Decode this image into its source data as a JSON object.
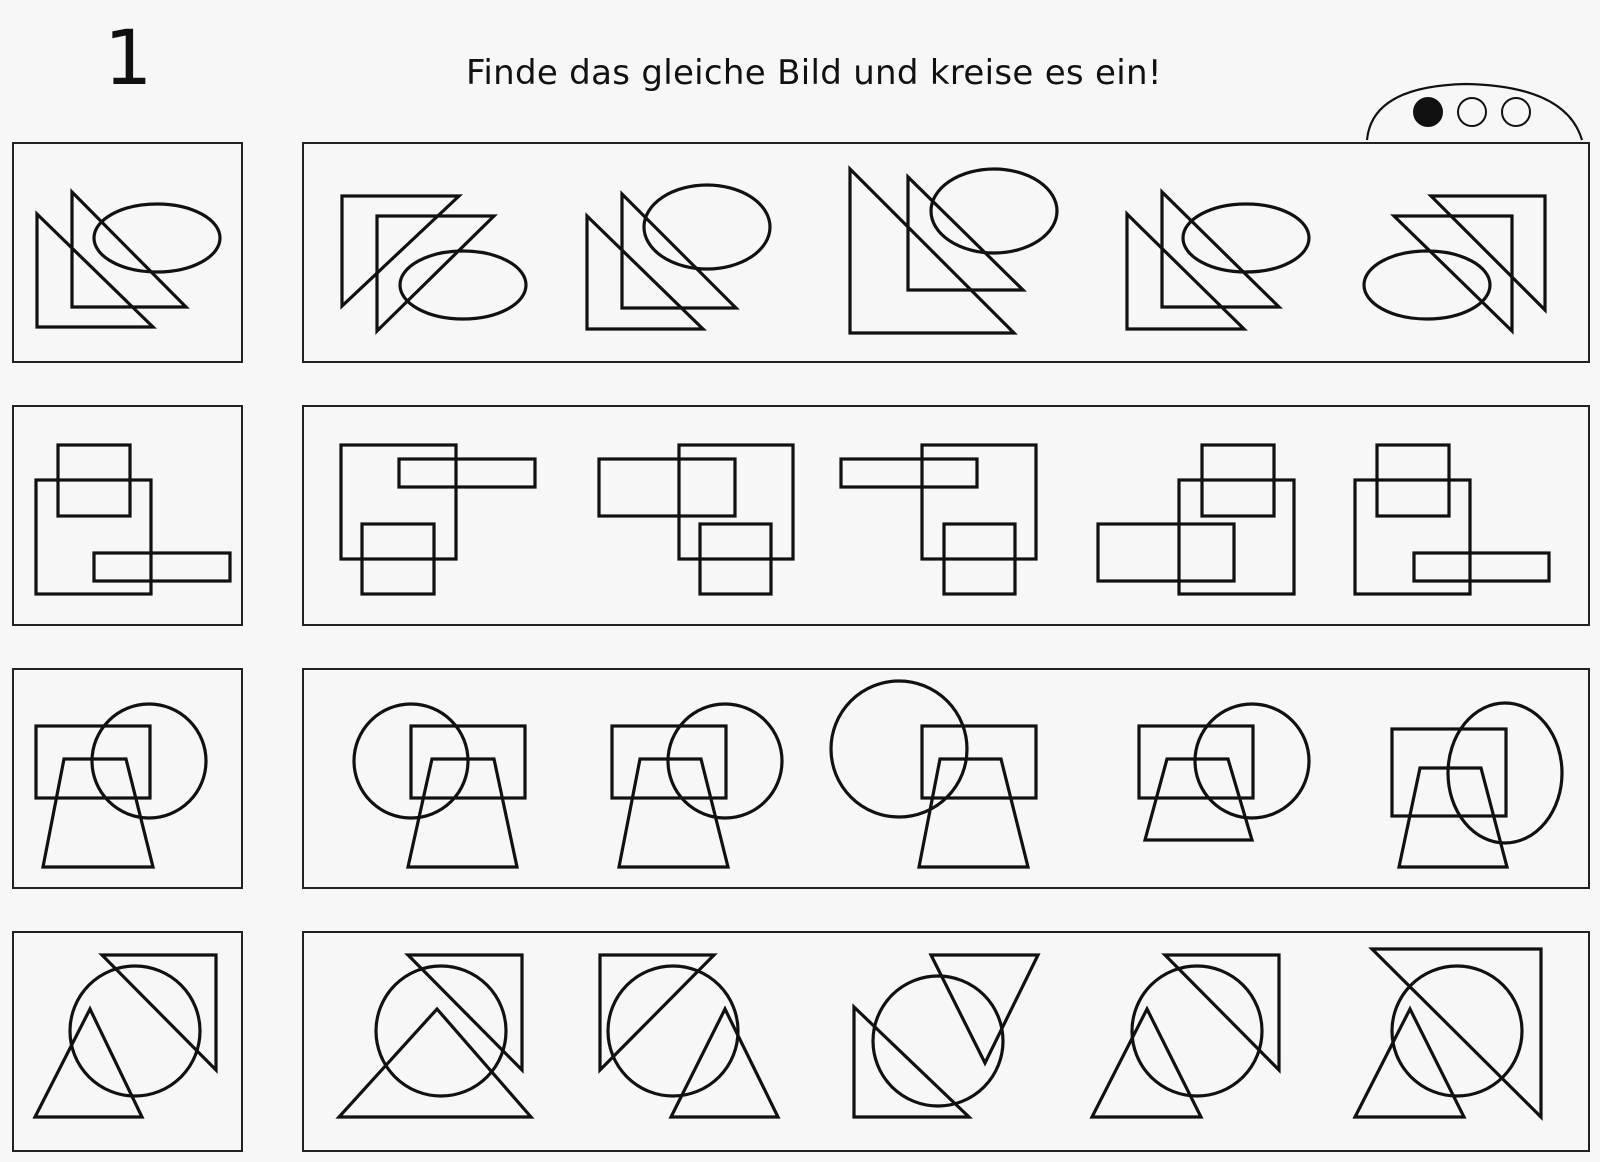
{
  "page": {
    "number": "1",
    "instruction": "Finde das gleiche Bild und kreise es ein!"
  },
  "difficulty": {
    "icon": "three-dots-indicator-icon",
    "levels": 3,
    "level": 1
  },
  "rows": [
    {
      "name": "row-1-triangles-ellipse",
      "reference": "two-triangles-and-ellipse-figure",
      "options": [
        "option-a",
        "option-b",
        "option-c",
        "option-d",
        "option-e"
      ]
    },
    {
      "name": "row-2-rectangles",
      "reference": "three-rectangles-figure",
      "options": [
        "option-a",
        "option-b",
        "option-c",
        "option-d",
        "option-e"
      ]
    },
    {
      "name": "row-3-rect-circle-trapezoid",
      "reference": "rectangle-circle-trapezoid-figure",
      "options": [
        "option-a",
        "option-b",
        "option-c",
        "option-d",
        "option-e"
      ]
    },
    {
      "name": "row-4-triangles-circle",
      "reference": "two-triangles-and-circle-figure",
      "options": [
        "option-a",
        "option-b",
        "option-c",
        "option-d",
        "option-e"
      ]
    }
  ]
}
